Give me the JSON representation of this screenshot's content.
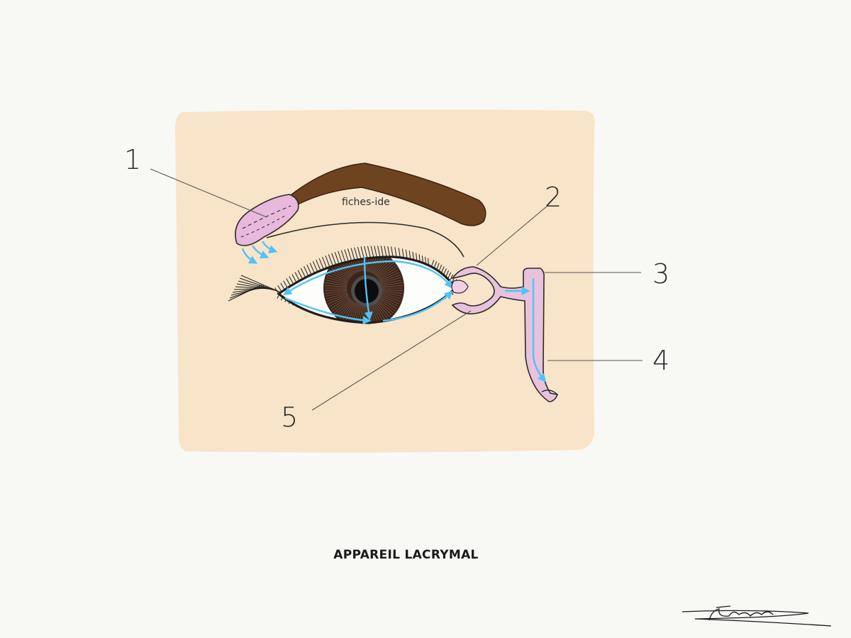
{
  "diagram": {
    "callouts": {
      "c1": "1",
      "c2": "2",
      "c3": "3",
      "c4": "4",
      "c5": "5"
    },
    "watermark": "fiches-ide",
    "caption": "APPAREIL LACRYMAL"
  },
  "colors": {
    "page_background": "#f8f8f5",
    "skin_panel": "#f8e4c8",
    "eyebrow": "#6e4320",
    "lacrimal_gland": "#e8b9dd",
    "tear_duct": "#e8c2dc",
    "iris": "#3b2419",
    "tear_flow_arrows": "#4fc3f7",
    "outline": "#2a2a2a"
  }
}
